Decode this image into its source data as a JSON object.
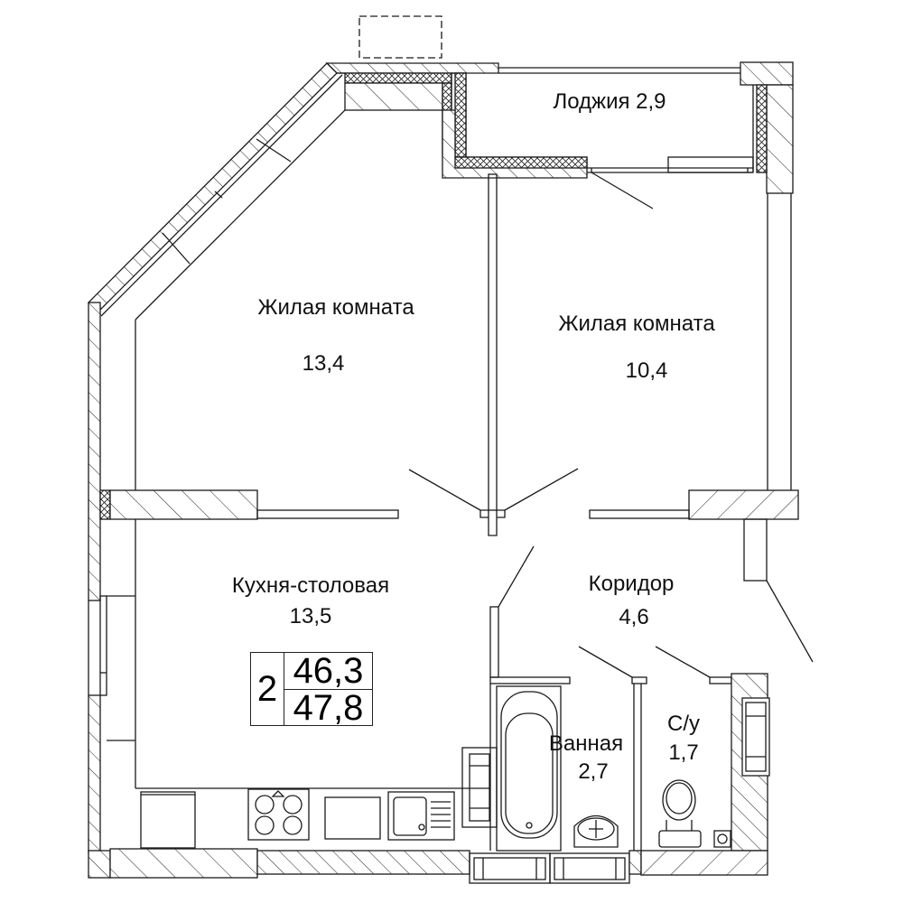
{
  "plan": {
    "rooms_count": "2",
    "living_area": "46,3",
    "total_area": "47,8"
  },
  "rooms": {
    "loggia": {
      "name": "Лоджия 2,9"
    },
    "living1": {
      "name": "Жилая комната",
      "area": "13,4"
    },
    "living2": {
      "name": "Жилая комната",
      "area": "10,4"
    },
    "kitchen": {
      "name": "Кухня-столовая",
      "area": "13,5"
    },
    "corridor": {
      "name": "Коридор",
      "area": "4,6"
    },
    "bathroom": {
      "name": "Ванная",
      "area": "2,7"
    },
    "wc": {
      "name": "С/у",
      "area": "1,7"
    }
  },
  "colors": {
    "line": "#1a1a1a",
    "background": "#ffffff"
  }
}
